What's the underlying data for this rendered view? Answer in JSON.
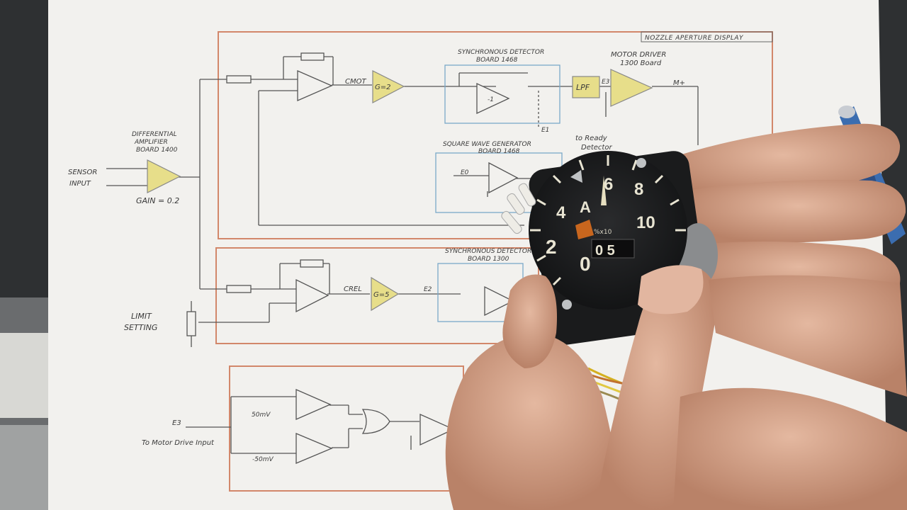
{
  "schematic": {
    "title_box": "NOZZLE APERTURE DISPLAY",
    "sensor_input": "SENSOR\nINPUT",
    "diff_amp": "DIFFERENTIAL\nAMPLIFIER\nBOARD 1400",
    "gain": "GAIN = 0.2",
    "cmot": "CMOT",
    "g2": "G=2",
    "sync_det_1": "SYNCHRONOUS DETECTOR\nBOARD 1468",
    "lpf": "LPF",
    "e3": "E3",
    "motor_driver": "MOTOR DRIVER\n1300 Board",
    "mplus": "M+",
    "e1": "E1",
    "ready": "to Ready\nDetector",
    "square_wave": "SQUARE WAVE GENERATOR\nBOARD 1468",
    "e0": "E0",
    "minus1": "-1",
    "sync_det_2": "SYNCHRONOUS DETECTOR\nBOARD 1300",
    "crel": "CREL",
    "g5": "G=5",
    "e2": "E2",
    "limit": "LIMIT\nSETTING",
    "e3_in": "E3",
    "to_motor": "To Motor Drive Input",
    "mv_pos": "50mV",
    "mv_neg": "-50mV"
  },
  "gauge": {
    "numbers": [
      "0",
      "2",
      "4",
      "A",
      "6",
      "8",
      "10"
    ],
    "unit": "%x10",
    "counter": "0 5",
    "colors": {
      "face": "#1f2022",
      "markings": "#e8e4d2",
      "needle": "#e6dfc0"
    }
  },
  "colors": {
    "paper": "#f2f1ee",
    "border": "#d2876a",
    "amp_fill": "#e7de8a",
    "blue_box": "#7aa8c8",
    "skin": "#d6a48c"
  }
}
